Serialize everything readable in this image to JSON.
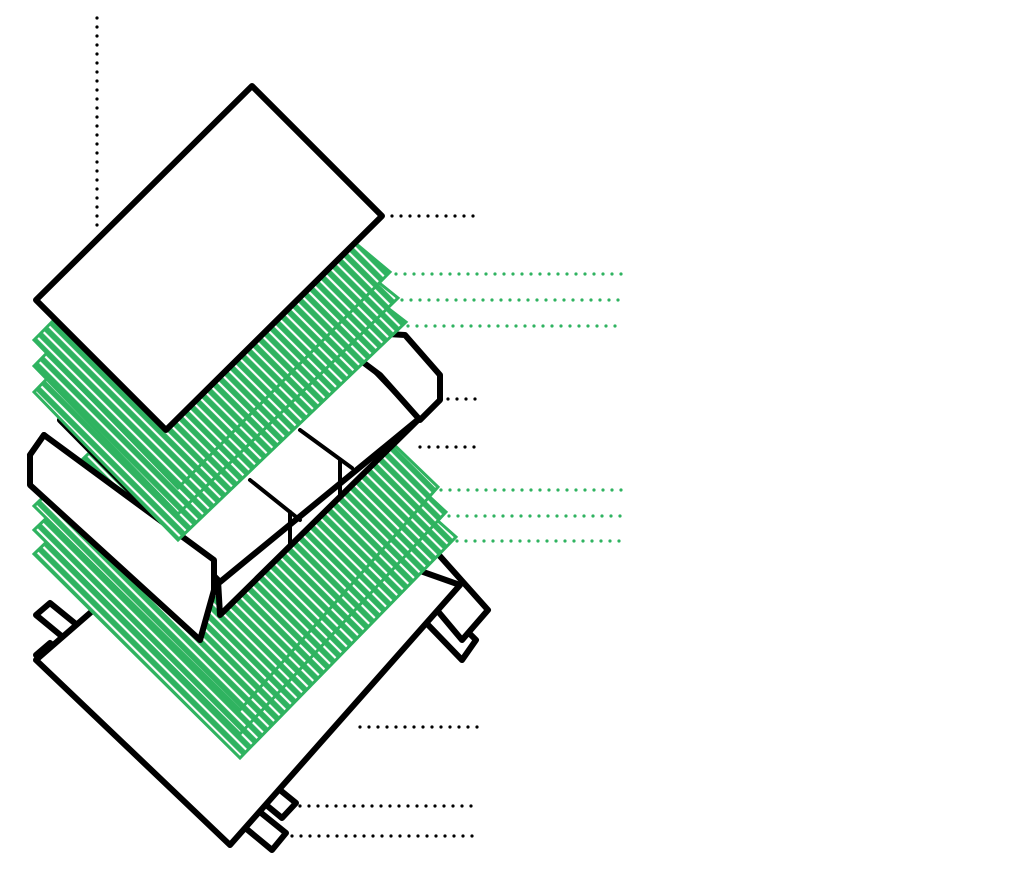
{
  "diagram": {
    "colors": {
      "outline": "#000000",
      "fiber_layer": "#2fb360",
      "background": "#ffffff"
    },
    "callouts": [
      {
        "id": "top-guide",
        "style": "black"
      },
      {
        "id": "top-plate",
        "style": "black"
      },
      {
        "id": "fiber-layer-1",
        "style": "green"
      },
      {
        "id": "fiber-layer-2",
        "style": "green"
      },
      {
        "id": "fiber-layer-3",
        "style": "green"
      },
      {
        "id": "upper-beam",
        "style": "black"
      },
      {
        "id": "core-block",
        "style": "black"
      },
      {
        "id": "fiber-layer-4",
        "style": "green"
      },
      {
        "id": "fiber-layer-5",
        "style": "green"
      },
      {
        "id": "fiber-layer-6",
        "style": "green"
      },
      {
        "id": "base-panel",
        "style": "black"
      },
      {
        "id": "base-rail-1",
        "style": "black"
      },
      {
        "id": "base-rail-2",
        "style": "black"
      }
    ]
  }
}
